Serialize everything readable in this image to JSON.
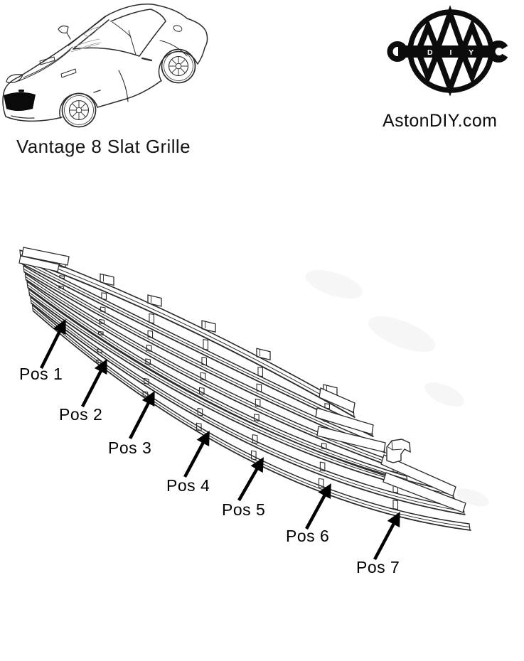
{
  "page": {
    "title": "Vantage 8 Slat Grille"
  },
  "header": {
    "title": "Vantage 8 Slat Grille",
    "site": "AstonDIY.com",
    "logo_letters": "D I Y"
  },
  "diagram": {
    "positions": [
      {
        "label": "Pos 1"
      },
      {
        "label": "Pos 2"
      },
      {
        "label": "Pos 3"
      },
      {
        "label": "Pos 4"
      },
      {
        "label": "Pos 5"
      },
      {
        "label": "Pos 6"
      },
      {
        "label": "Pos 7"
      }
    ]
  },
  "colors": {
    "ink": "#000000",
    "line_art": "#2b2b2b",
    "background": "#ffffff"
  }
}
